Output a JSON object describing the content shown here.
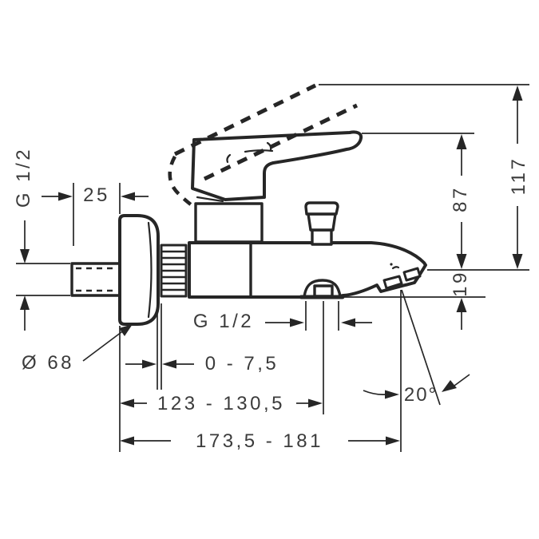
{
  "drawing": {
    "subject": "wall-mounted single-lever bath mixer, side view with dimensions",
    "colors": {
      "line": "#262626",
      "text": "#3b3b3b",
      "background": "#ffffff"
    },
    "labels": {
      "thread_left": "G 1/2",
      "wall_depth": "25",
      "height_total": "117",
      "height_handle": "87",
      "spout_drop": "19",
      "thread_bottom": "G 1/2",
      "flange_diameter": "Ø 68",
      "adjust_range": "0 - 7,5",
      "reach_mid": "123 - 130,5",
      "reach_total": "173,5 - 181",
      "spout_angle": "20°"
    }
  }
}
